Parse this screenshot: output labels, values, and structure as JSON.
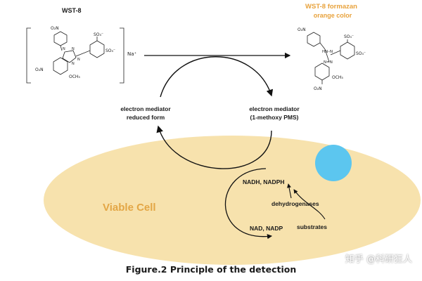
{
  "colors": {
    "cell_fill": "#f7e2ad",
    "cell_label": "#e3a645",
    "product_label": "#e8a23c",
    "sphere": "#5cc6ef",
    "line": "#111111"
  },
  "reactant": {
    "name": "WST-8",
    "counter_ion": "Na⁺",
    "groups": {
      "nitro_top": "O₂N",
      "nitro_left": "O₂N",
      "sulfonate_1": "SO₃⁻",
      "sulfonate_2": "SO₃⁻",
      "methoxy": "OCH₃",
      "triazole_n1": "N",
      "triazole_n2": "N",
      "triazole_n3": "N",
      "triazole_n4": "N"
    }
  },
  "product": {
    "name": "WST-8 formazan",
    "subtitle": "orange color",
    "groups": {
      "nitro_top": "O₂N",
      "nitro_bottom": "O₂N",
      "sulfonate_1": "SO₃⁻",
      "sulfonate_2": "SO₃⁻",
      "methoxy": "OCH₃",
      "hydrazone": "HN–N",
      "azo": "N=N"
    }
  },
  "mediator": {
    "reduced_line1": "electron mediator",
    "reduced_line2": "reduced form",
    "oxidized_line1": "electron mediator",
    "oxidized_line2": "(1-methoxy PMS)"
  },
  "cell": {
    "label": "Viable Cell",
    "nadh": "NADH, NADPH",
    "enzyme": "dehydrogenases",
    "nad": "NAD, NADP",
    "substrates": "substrates"
  },
  "caption": "Figure.2 Principle of the detection",
  "watermark": "知乎 @科研狂人"
}
